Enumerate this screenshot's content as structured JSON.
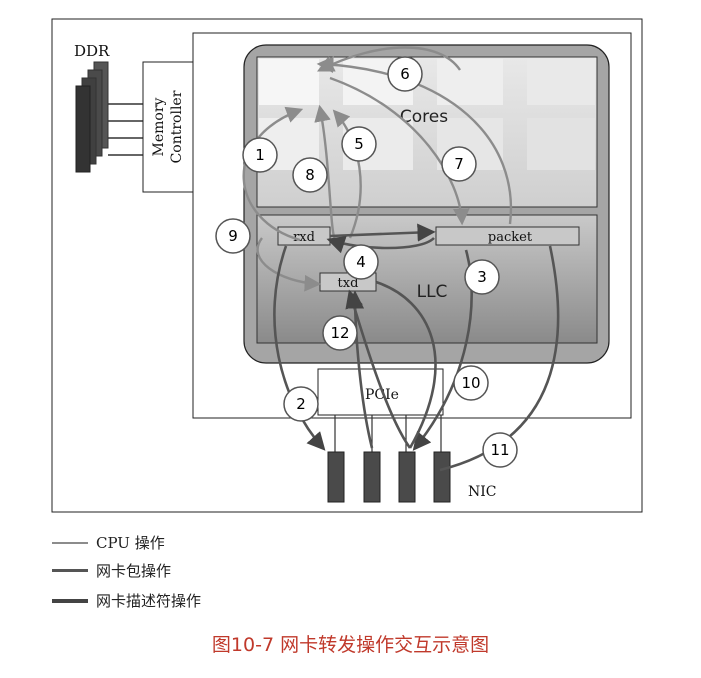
{
  "labels": {
    "ddr": "DDR",
    "memory_controller_line1": "Memory",
    "memory_controller_line2": "Controller",
    "cores": "Cores",
    "llc": "LLC",
    "pcie": "PCIe",
    "nic": "NIC",
    "rxd": "rxd",
    "txd": "txd",
    "packet": "packet"
  },
  "steps": [
    "1",
    "2",
    "3",
    "4",
    "5",
    "6",
    "7",
    "8",
    "9",
    "10",
    "11",
    "12"
  ],
  "legend": [
    {
      "label": "CPU 操作",
      "color": "#8c8c8c"
    },
    {
      "label": "网卡包操作",
      "color": "#555555"
    },
    {
      "label": "网卡描述符操作",
      "color": "#444444"
    }
  ],
  "caption": "图10-7 网卡转发操作交互示意图",
  "colors": {
    "cpu_op": "#8c8c8c",
    "nic_packet_op": "#555555",
    "nic_desc_op": "#444444",
    "caption": "#c0392b"
  }
}
